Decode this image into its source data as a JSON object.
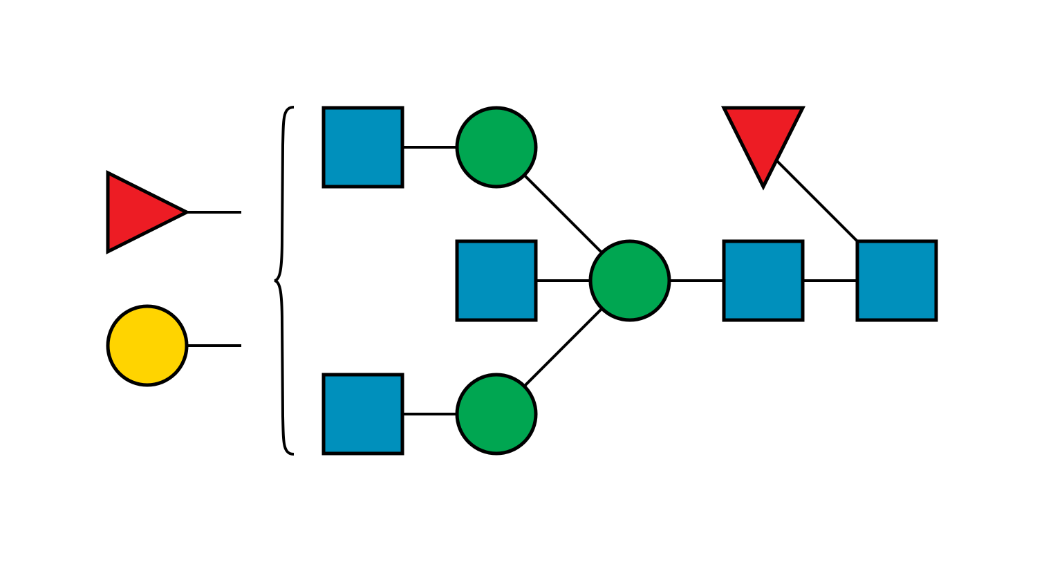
{
  "colors": {
    "glcnac": "#0090bc",
    "mannose": "#00a651",
    "fucose": "#ed1c24",
    "galactose": "#ffd400",
    "line": "#000000",
    "background": "#ffffff"
  },
  "icons": {
    "glcnac": "blue-square",
    "mannose": "green-circle",
    "fucose": "red-triangle",
    "galactose": "yellow-circle",
    "bracket": "curly-brace"
  },
  "structure": {
    "core_residues": [
      "glcnac",
      "glcnac",
      "mannose",
      "mannose",
      "mannose",
      "glcnac",
      "glcnac",
      "glcnac",
      "fucose"
    ],
    "antennae_count": 3,
    "floating_substituents": [
      "fucose",
      "galactose"
    ]
  }
}
